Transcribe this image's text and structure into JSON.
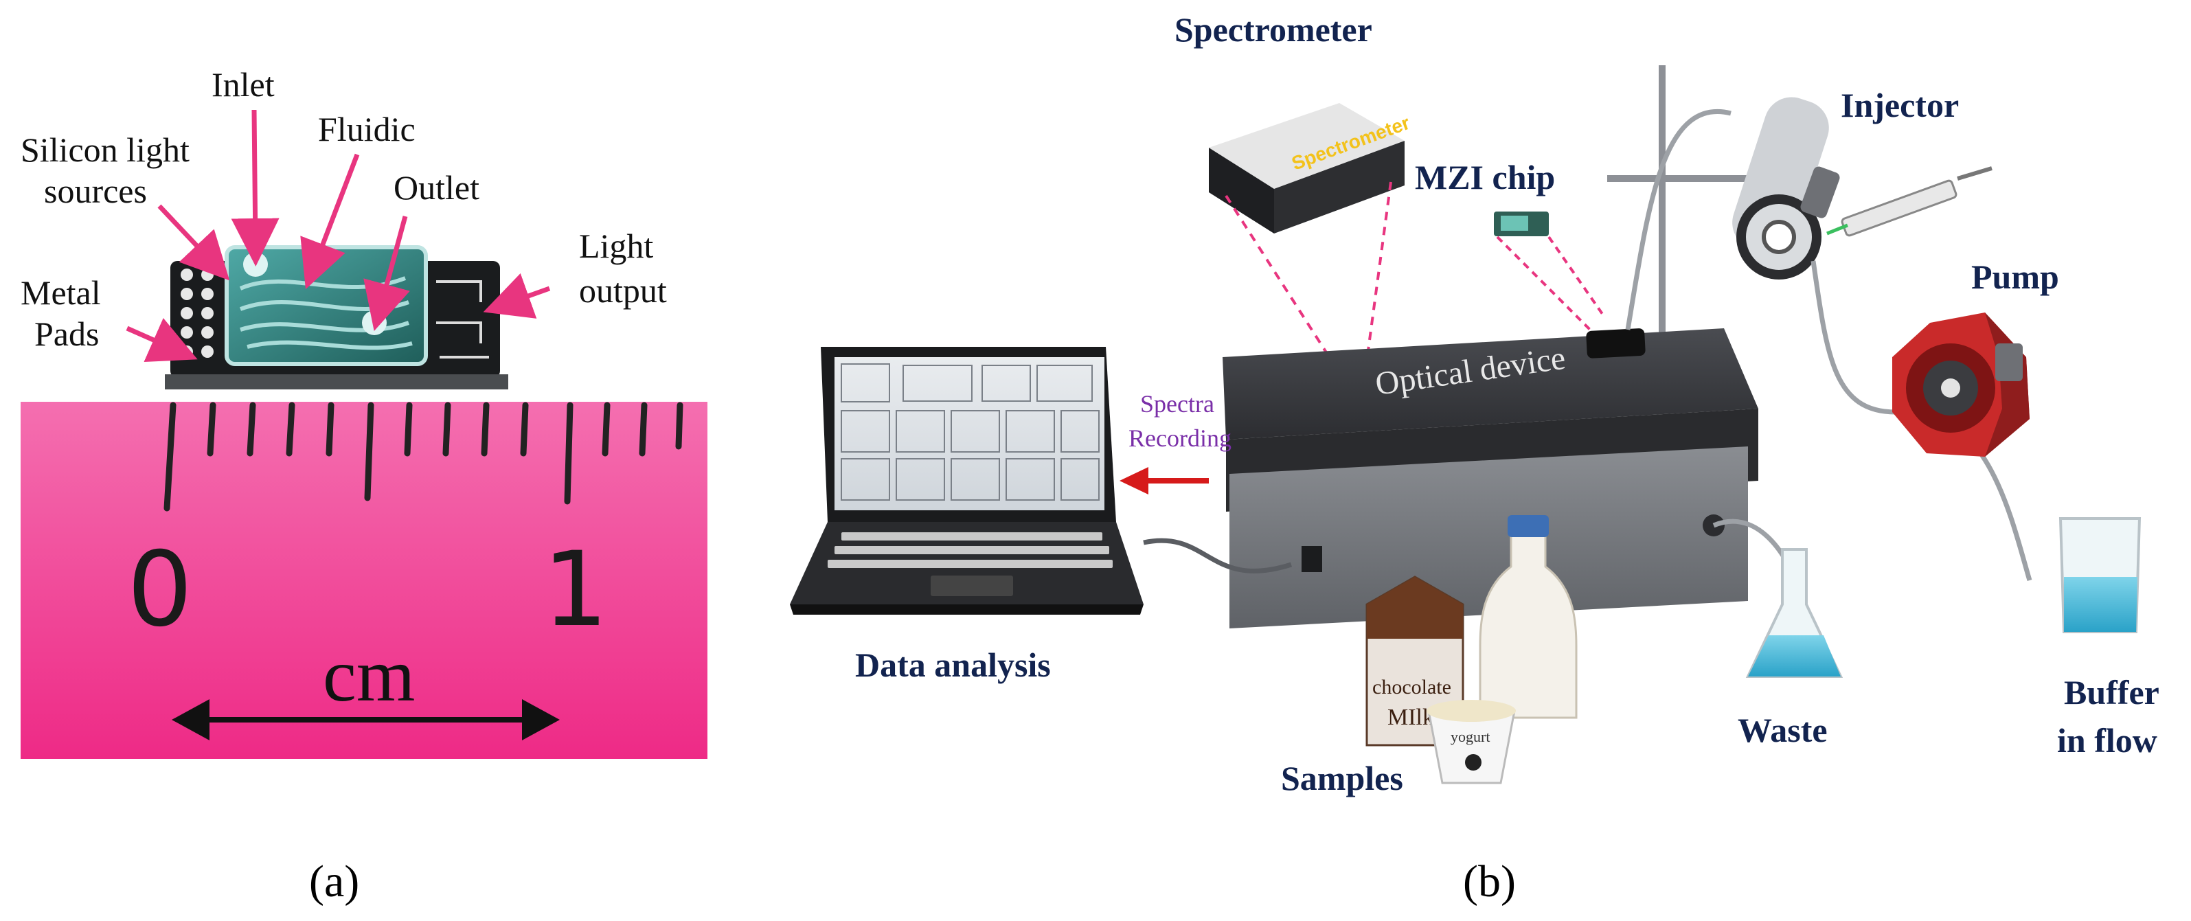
{
  "panel_a": {
    "labels": {
      "inlet": "Inlet",
      "fluidic": "Fluidic",
      "silicon_light_sources_1": "Silicon light",
      "silicon_light_sources_2": "sources",
      "outlet": "Outlet",
      "light_output_1": "Light",
      "light_output_2": "output",
      "metal_pads_1": "Metal",
      "metal_pads_2": "Pads"
    },
    "ruler": {
      "tick_0": "0",
      "tick_1": "1",
      "unit": "cm"
    },
    "caption": "(a)"
  },
  "panel_b": {
    "labels": {
      "spectrometer": "Spectrometer",
      "spectrometer_device_text": "Spectrometer",
      "mzi_chip": "MZI chip",
      "injector": "Injector",
      "pump": "Pump",
      "optical_device": "Optical device",
      "spectra_recording_1": "Spectra",
      "spectra_recording_2": "Recording",
      "data_analysis": "Data analysis",
      "samples": "Samples",
      "waste": "Waste",
      "buffer_1": "Buffer",
      "buffer_2": "in flow",
      "carton_text_1": "chocolate",
      "carton_text_2": "MIlk",
      "yogurt_text": "yogurt"
    },
    "caption": "(b)"
  },
  "colors": {
    "pink_ruler": "#f0328c",
    "arrow_pink": "#e8357f",
    "label_navy": "#12234f",
    "spectra_purple": "#7a2fa8",
    "red_arrow": "#d61a1a",
    "device_gray": "#6c6f74",
    "pump_red": "#c92a2a",
    "liquid_blue": "#3fb6d6"
  }
}
